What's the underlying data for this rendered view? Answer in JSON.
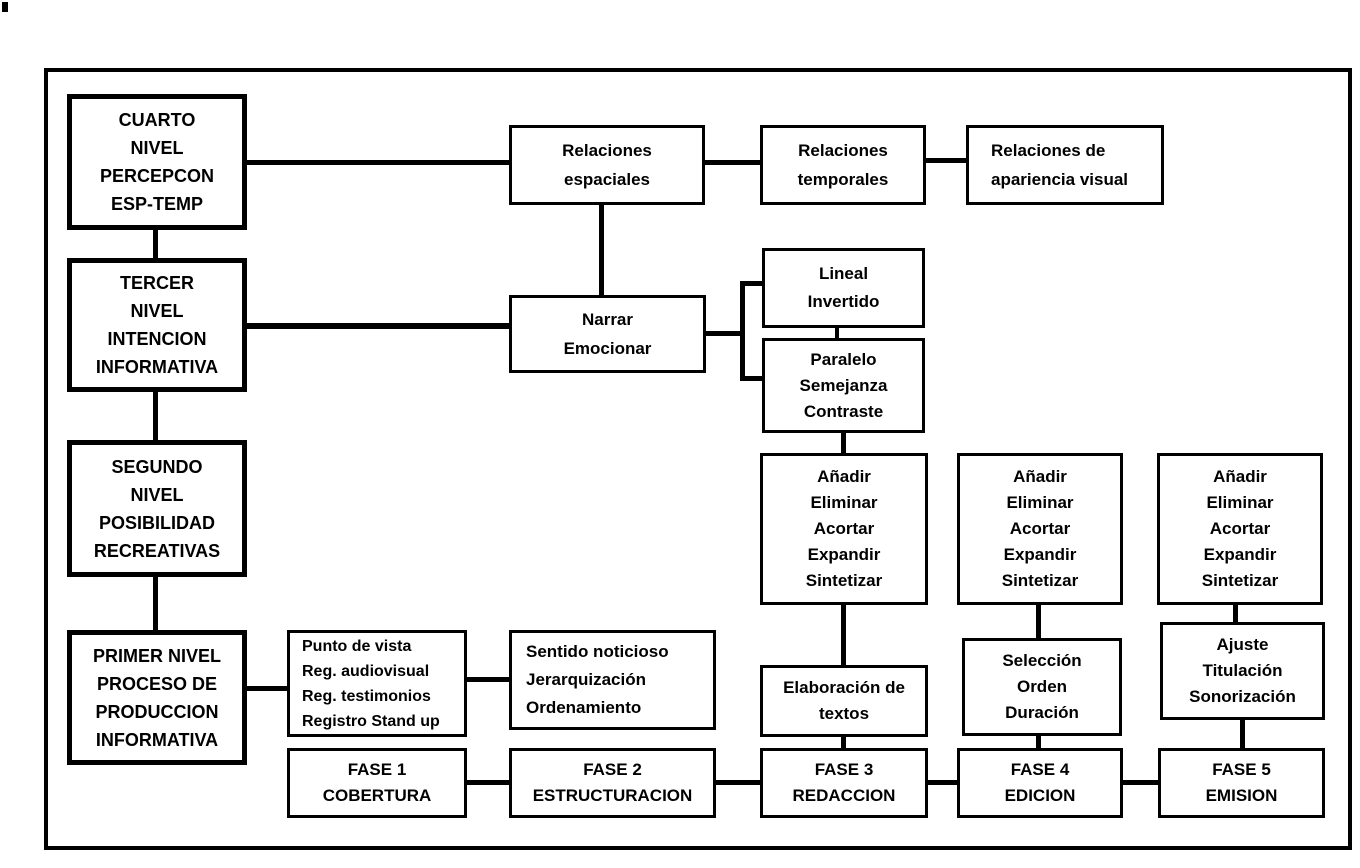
{
  "page": {
    "background": "#ffffff",
    "line_color": "#000000",
    "text_color": "#000000"
  },
  "nodes": {
    "cuarto": {
      "lines": [
        "CUARTO",
        "NIVEL",
        "PERCEPCON",
        "ESP-TEMP"
      ]
    },
    "tercer": {
      "lines": [
        "TERCER",
        "NIVEL",
        "INTENCION",
        "INFORMATIVA"
      ]
    },
    "segundo": {
      "lines": [
        "SEGUNDO",
        "NIVEL",
        "POSIBILIDAD",
        "RECREATIVAS"
      ]
    },
    "primer": {
      "lines": [
        "PRIMER NIVEL",
        "PROCESO DE",
        "PRODUCCION",
        "INFORMATIVA"
      ]
    },
    "rel_espaciales": {
      "lines": [
        "Relaciones",
        "espaciales"
      ]
    },
    "rel_temporales": {
      "lines": [
        "Relaciones",
        "temporales"
      ]
    },
    "rel_apariencia": {
      "lines": [
        "Relaciones de",
        "apariencia visual"
      ]
    },
    "narrar": {
      "lines": [
        "Narrar",
        "Emocionar"
      ]
    },
    "lineal": {
      "lines": [
        "Lineal",
        "Invertido"
      ]
    },
    "paralelo": {
      "lines": [
        "Paralelo",
        "Semejanza",
        "Contraste"
      ]
    },
    "anadir1": {
      "lines": [
        "Añadir",
        "Eliminar",
        "Acortar",
        "Expandir",
        "Sintetizar"
      ]
    },
    "anadir2": {
      "lines": [
        "Añadir",
        "Eliminar",
        "Acortar",
        "Expandir",
        "Sintetizar"
      ]
    },
    "anadir3": {
      "lines": [
        "Añadir",
        "Eliminar",
        "Acortar",
        "Expandir",
        "Sintetizar"
      ]
    },
    "elaboracion": {
      "lines": [
        "Elaboración de",
        "textos"
      ]
    },
    "seleccion": {
      "lines": [
        "Selección",
        "Orden",
        "Duración"
      ]
    },
    "ajuste": {
      "lines": [
        "Ajuste",
        "Titulación",
        "Sonorización"
      ]
    },
    "punto_vista": {
      "lines": [
        "Punto de vista",
        "Reg. audiovisual",
        "Reg. testimonios",
        "Registro Stand up"
      ]
    },
    "sentido": {
      "lines": [
        "Sentido noticioso",
        "Jerarquización",
        "Ordenamiento"
      ]
    },
    "fase1": {
      "lines": [
        "FASE 1",
        "COBERTURA"
      ]
    },
    "fase2": {
      "lines": [
        "FASE 2",
        "ESTRUCTURACION"
      ]
    },
    "fase3": {
      "lines": [
        "FASE 3",
        "REDACCION"
      ]
    },
    "fase4": {
      "lines": [
        "FASE 4",
        "EDICION"
      ]
    },
    "fase5": {
      "lines": [
        "FASE 5",
        "EMISION"
      ]
    }
  }
}
